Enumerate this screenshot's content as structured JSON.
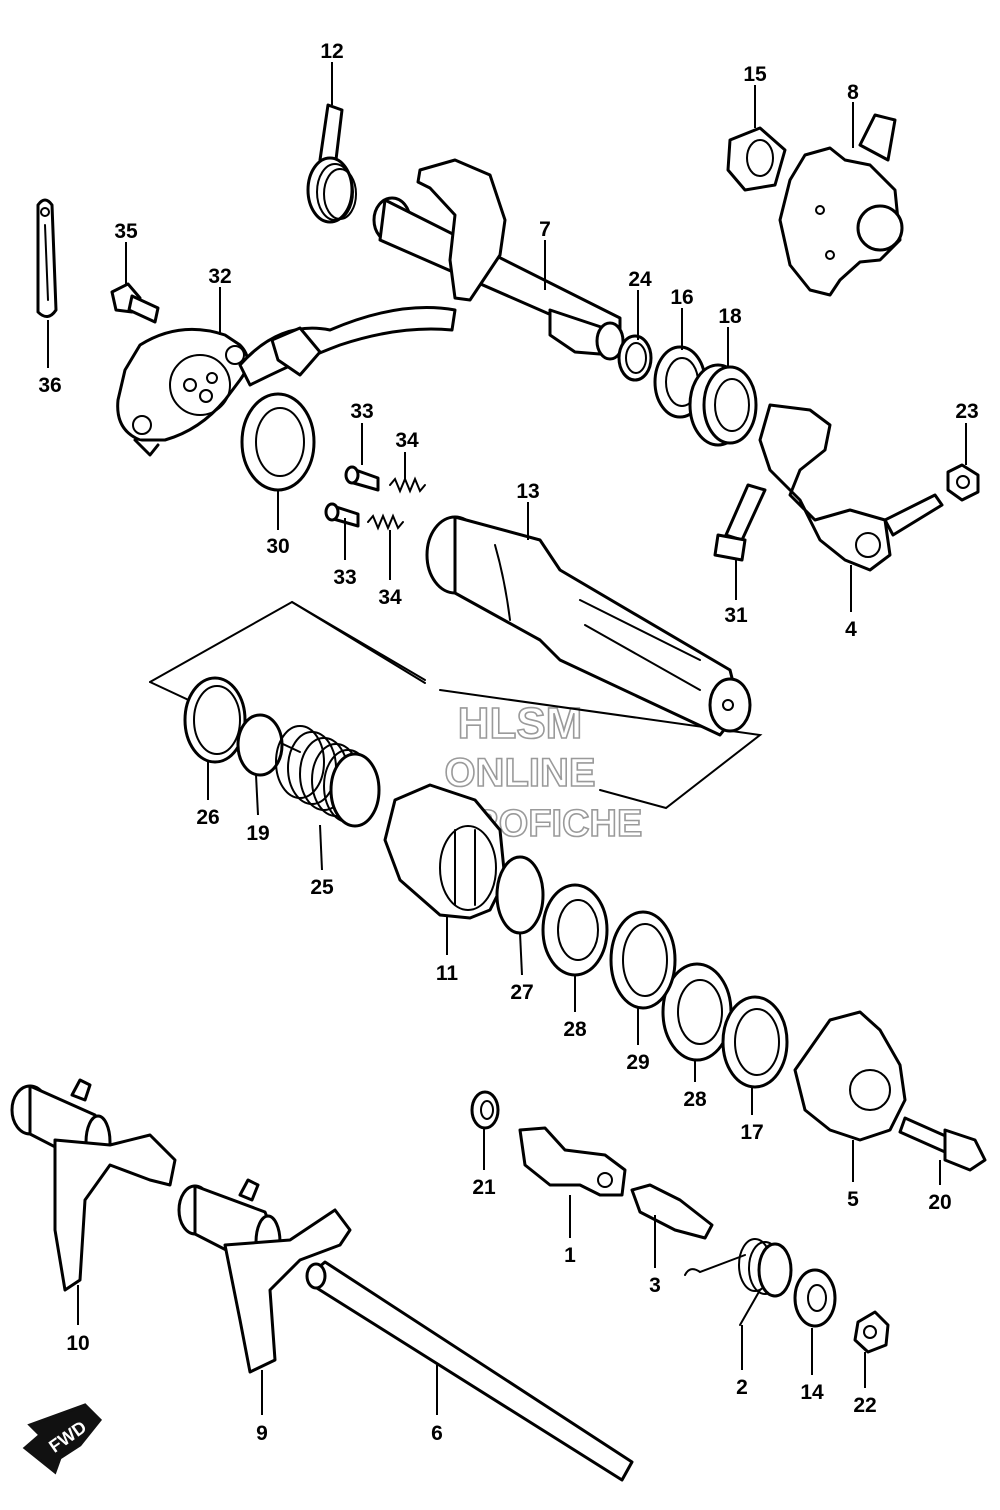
{
  "watermark": {
    "line1": "HLSM",
    "line2": "ONLINE",
    "line3": "MICROFICHE"
  },
  "fwd_label": "FWD",
  "callouts": [
    "12",
    "15",
    "8",
    "35",
    "32",
    "7",
    "24",
    "16",
    "18",
    "36",
    "33",
    "34",
    "23",
    "13",
    "30",
    "31",
    "4",
    "26",
    "19",
    "25",
    "11",
    "27",
    "28",
    "29",
    "17",
    "5",
    "21",
    "1",
    "3",
    "20",
    "10",
    "9",
    "6",
    "2",
    "14",
    "22"
  ]
}
